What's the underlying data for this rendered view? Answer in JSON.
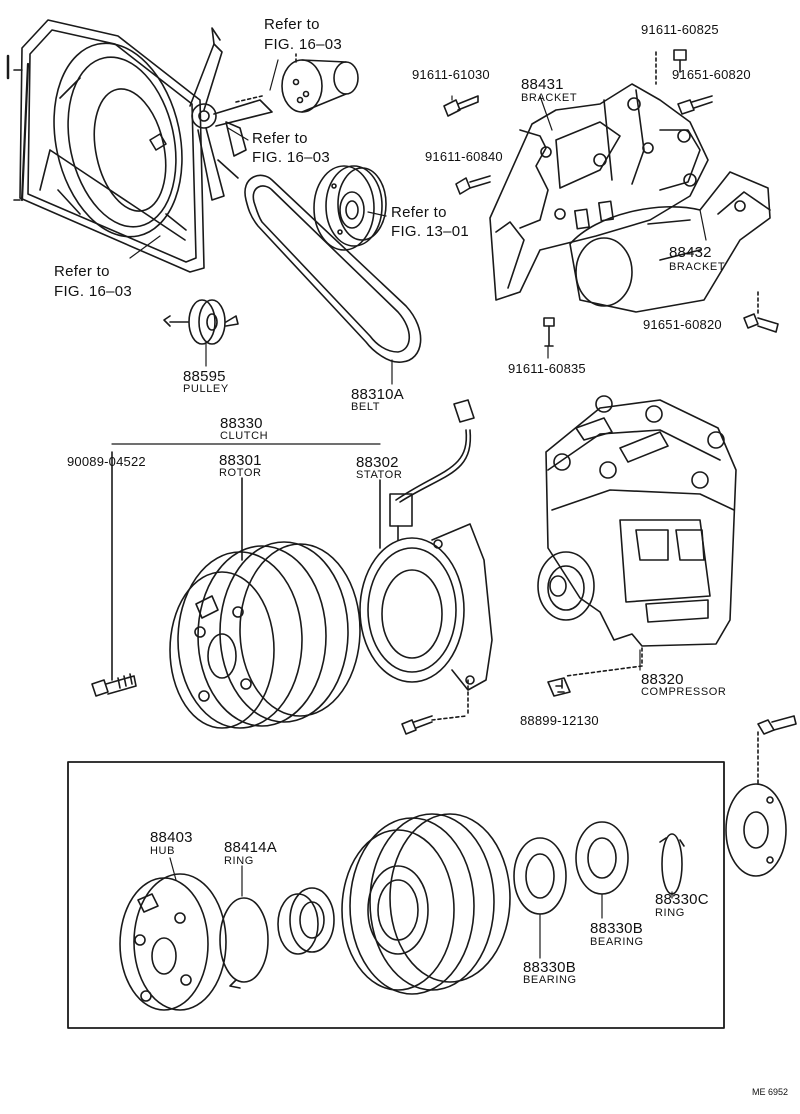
{
  "refs": {
    "fig_16_03_top": [
      "Refer to",
      "FIG. 16–03"
    ],
    "fig_16_03_fan": [
      "Refer to",
      "FIG. 16–03"
    ],
    "fig_16_03_shroud": [
      "Refer to",
      "FIG. 16–03"
    ],
    "fig_13_01": [
      "Refer to",
      "FIG. 13–01"
    ]
  },
  "parts": {
    "bolt_61030": "91611-61030",
    "bolt_60825": "91611-60825",
    "bolt_60820_top": "91651-60820",
    "bolt_60840": "91611-60840",
    "bracket_88431": {
      "number": "88431",
      "name": "BRACKET"
    },
    "bracket_88432": {
      "number": "88432",
      "name": "BRACKET"
    },
    "bolt_60820_bottom": "91651-60820",
    "bolt_60835": "91611-60835",
    "pulley": {
      "number": "88595",
      "name": "PULLEY"
    },
    "belt": {
      "number": "88310A",
      "name": "BELT"
    },
    "clutch": {
      "number": "88330",
      "name": "CLUTCH"
    },
    "bolt_04522": "90089-04522",
    "rotor": {
      "number": "88301",
      "name": "ROTOR"
    },
    "stator": {
      "number": "88302",
      "name": "STATOR"
    },
    "compressor": {
      "number": "88320",
      "name": "COMPRESSOR"
    },
    "connector": "88899-12130",
    "hub": {
      "number": "88403",
      "name": "HUB"
    },
    "ring_a": {
      "number": "88414A",
      "name": "RING"
    },
    "bearing_lower": {
      "number": "88330B",
      "name": "BEARING"
    },
    "bearing_upper": {
      "number": "88330B",
      "name": "BEARING"
    },
    "ring_c": {
      "number": "88330C",
      "name": "RING"
    }
  },
  "figure_code": "ME 6952"
}
